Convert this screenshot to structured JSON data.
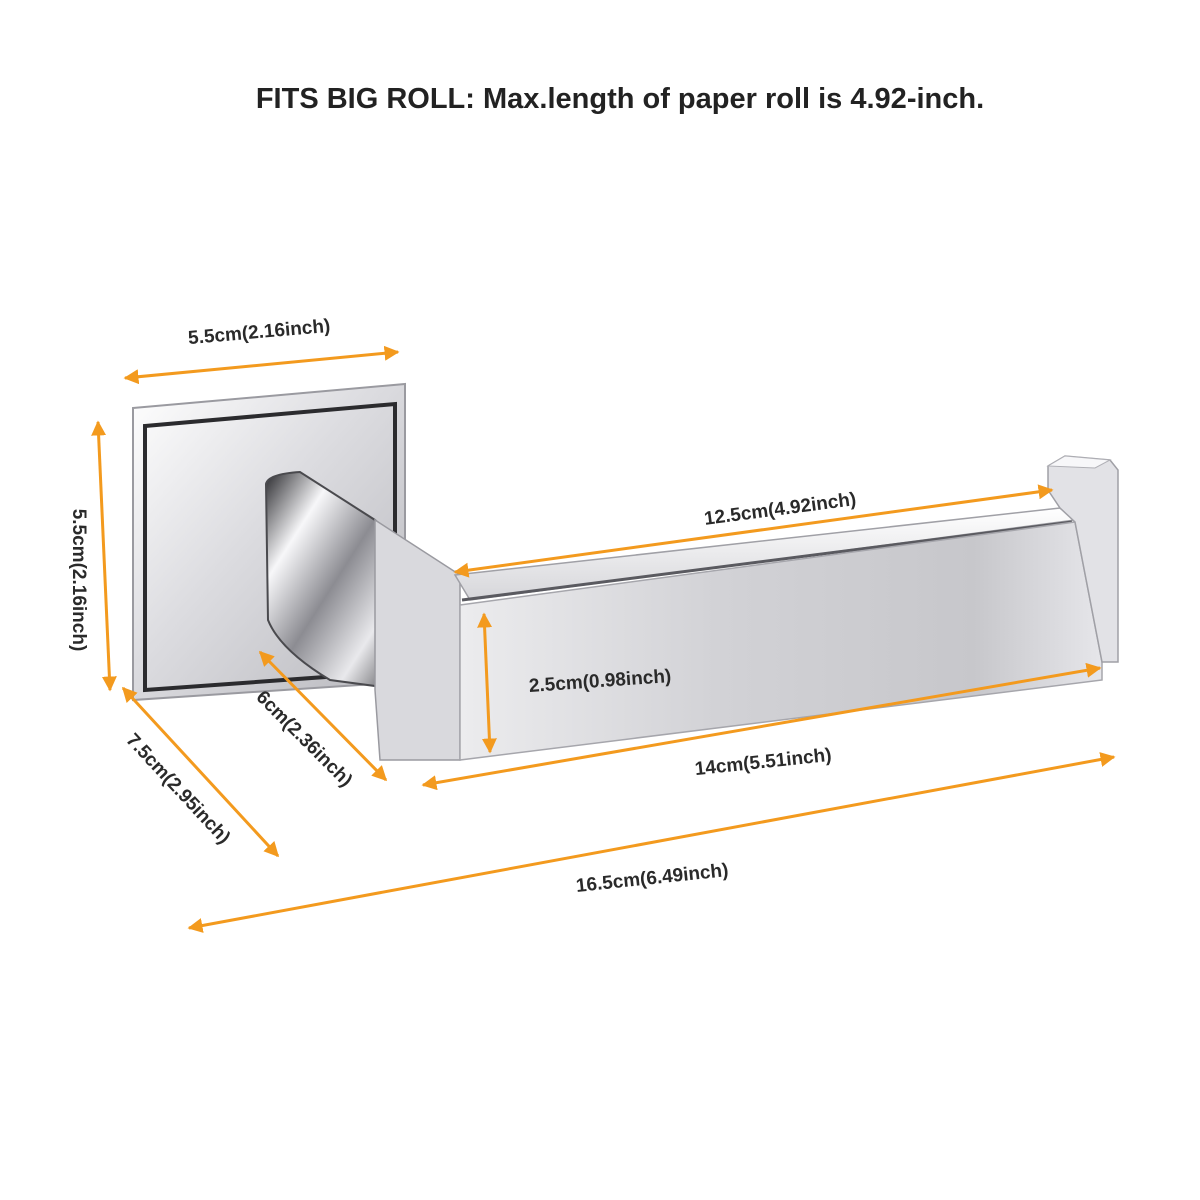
{
  "headline": "FITS BIG ROLL: Max.length of paper roll is 4.92-inch.",
  "dimensions": {
    "plate_width": "5.5cm(2.16inch)",
    "plate_height": "5.5cm(2.16inch)",
    "depth_total": "7.5cm(2.95inch)",
    "arm_projection": "6cm(2.36inch)",
    "roll_length": "12.5cm(4.92inch)",
    "arm_height": "2.5cm(0.98inch)",
    "arm_length": "14cm(5.51inch)",
    "overall_length": "16.5cm(6.49inch)"
  },
  "colors": {
    "arrow": "#f39a1e",
    "text": "#2a2a2a",
    "chrome_light": "#f4f4f6",
    "chrome_mid": "#c9c9cd",
    "chrome_dark": "#2b2b2e"
  }
}
